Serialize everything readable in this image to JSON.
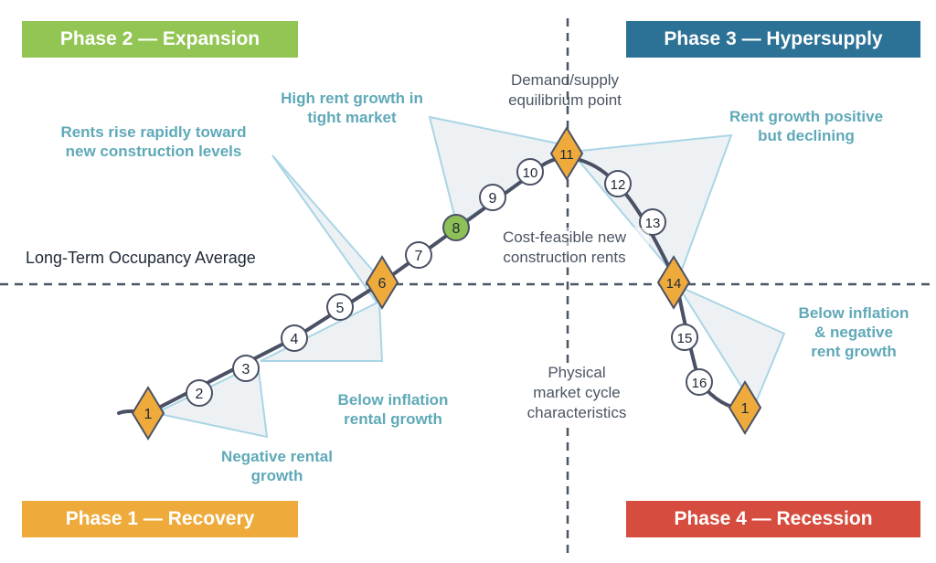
{
  "phases": {
    "phase1": {
      "label": "Phase 1 — Recovery",
      "color": "#eeab3c"
    },
    "phase2": {
      "label": "Phase 2 — Expansion",
      "color": "#92c553"
    },
    "phase3": {
      "label": "Phase 3 — Hypersupply",
      "color": "#2c7196"
    },
    "phase4": {
      "label": "Phase 4 — Recession",
      "color": "#d64c3e"
    }
  },
  "callouts": {
    "rents_rise": "Rents rise rapidly toward\nnew construction levels",
    "high_rent": "High rent growth in\ntight market",
    "rent_positive": "Rent growth positive\nbut declining",
    "below_inflation_neg": "Below inflation\n& negative\nrent growth",
    "below_inflation_rental": "Below inflation\nrental growth",
    "negative_rental": "Negative rental\ngrowth"
  },
  "labels": {
    "equilibrium": "Demand/supply\nequilibrium point",
    "cost_feasible": "Cost-feasible new\nconstruction rents",
    "long_term": "Long-Term Occupancy Average",
    "physical": "Physical\nmarket cycle\ncharacteristics"
  },
  "markers": [
    {
      "label": "1",
      "kind": "diamond"
    },
    {
      "label": "2",
      "kind": "circle"
    },
    {
      "label": "3",
      "kind": "circle"
    },
    {
      "label": "4",
      "kind": "circle"
    },
    {
      "label": "5",
      "kind": "circle"
    },
    {
      "label": "6",
      "kind": "diamond"
    },
    {
      "label": "7",
      "kind": "circle"
    },
    {
      "label": "8",
      "kind": "circle-green"
    },
    {
      "label": "9",
      "kind": "circle"
    },
    {
      "label": "10",
      "kind": "circle"
    },
    {
      "label": "11",
      "kind": "diamond"
    },
    {
      "label": "12",
      "kind": "circle"
    },
    {
      "label": "13",
      "kind": "circle"
    },
    {
      "label": "14",
      "kind": "diamond"
    },
    {
      "label": "15",
      "kind": "circle"
    },
    {
      "label": "16",
      "kind": "circle"
    },
    {
      "label": "1",
      "kind": "diamond"
    }
  ],
  "colors": {
    "callout_text": "#5fa9b8",
    "callout_fill": "#edf1f4",
    "callout_stroke": "#a9d5e5",
    "curve": "#4a5165",
    "diamond": "#eeab3c",
    "green": "#8dc056"
  }
}
